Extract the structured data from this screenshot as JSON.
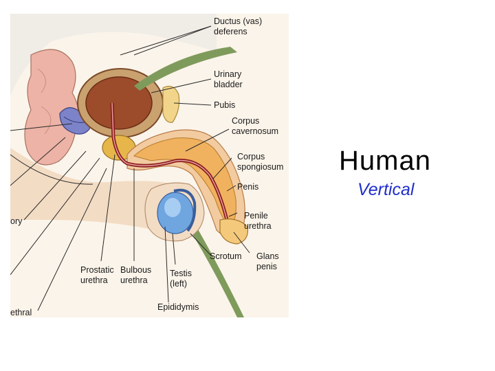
{
  "slide": {
    "title": "Human",
    "subtitle": "Vertical"
  },
  "diagram": {
    "labels": {
      "ductus_line1": "Ductus (vas)",
      "ductus_line2": "deferens",
      "bladder_line1": "Urinary",
      "bladder_line2": "bladder",
      "pubis": "Pubis",
      "cav_line1": "Corpus",
      "cav_line2": "cavernosum",
      "spon_line1": "Corpus",
      "spon_line2": "spongiosum",
      "penis": "Penis",
      "penile_line1": "Penile",
      "penile_line2": "urethra",
      "scrotum": "Scrotum",
      "glans_line1": "Glans",
      "glans_line2": "penis",
      "prostatic_line1": "Prostatic",
      "prostatic_line2": "urethra",
      "bulbous_line1": "Bulbous",
      "bulbous_line2": "urethra",
      "testis_line1": "Testis",
      "testis_line2": "(left)",
      "epididymis": "Epididymis",
      "cut_ory": "ory",
      "cut_ethral": "ethral"
    }
  }
}
